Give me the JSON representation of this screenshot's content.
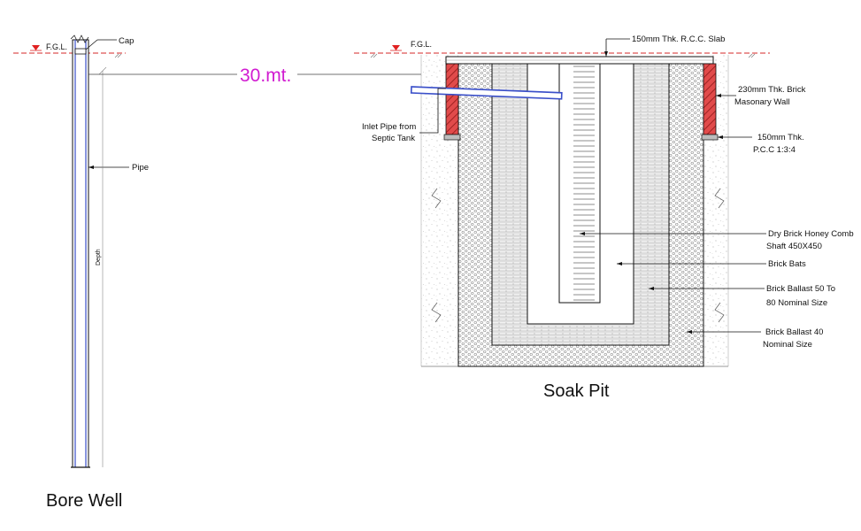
{
  "colors": {
    "level_line": "#d42a2a",
    "level_marker": "#e02020",
    "distance_text": "#d11bd1",
    "brick_wall": "#d93a3a",
    "pipe_blue": "#3a4fc9",
    "ink": "#111111"
  },
  "bore_well": {
    "title": "Bore Well",
    "fgl_label": "F.G.L.",
    "cap_label": "Cap",
    "pipe_label": "Pipe",
    "depth_label": "Depth"
  },
  "distance_label": "30.mt.",
  "soak_pit": {
    "title": "Soak Pit",
    "fgl_label": "F.G.L.",
    "labels": {
      "rcc_slab": "150mm Thk. R.C.C. Slab",
      "brick_wall_1": "230mm Thk. Brick",
      "brick_wall_2": "Masonary Wall",
      "inlet_1": "Inlet Pipe from",
      "inlet_2": "Septic Tank",
      "pcc_1": "150mm Thk.",
      "pcc_2": "P.C.C 1:3:4",
      "shaft_1": "Dry Brick Honey Comb",
      "shaft_2": "Shaft 450X450",
      "brick_bats": "Brick Bats",
      "ballast50_1": "Brick Ballast 50 To",
      "ballast50_2": "80 Nominal Size",
      "ballast40_1": "Brick Ballast 40",
      "ballast40_2": "Nominal Size"
    }
  }
}
